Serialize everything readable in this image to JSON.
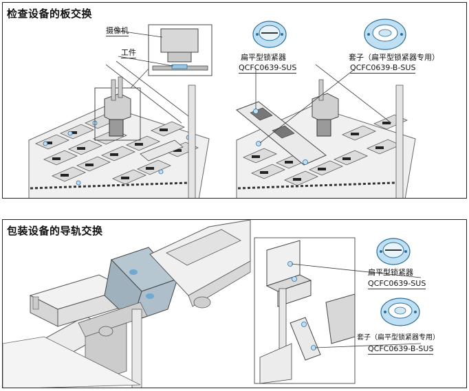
{
  "top": {
    "title": "检查设备的板交换",
    "camera_label": "摄像机",
    "workpiece_label": "工件",
    "lock1_name": "扁平型锁紧器",
    "lock1_code": "QCFC0639-SUS",
    "lock2_name": "套子（扁平型锁紧器专用）",
    "lock2_code": "QCFC0639-B-SUS"
  },
  "bottom": {
    "title": "包装设备的导轨交换",
    "lock1_name": "扁平型锁紧器",
    "lock1_code": "QCFC0639-SUS",
    "lock2_name": "套子（扁平型锁紧器专用）",
    "lock2_code": "QCFC0639-B-SUS"
  },
  "colors": {
    "lock_fill": "#bfe0f2",
    "lock_stroke": "#2a6d9a",
    "metal": "#cfd3d6",
    "plate": "#e6e6e6",
    "dark": "#555555",
    "accent_blue": "#9cc7e2"
  }
}
